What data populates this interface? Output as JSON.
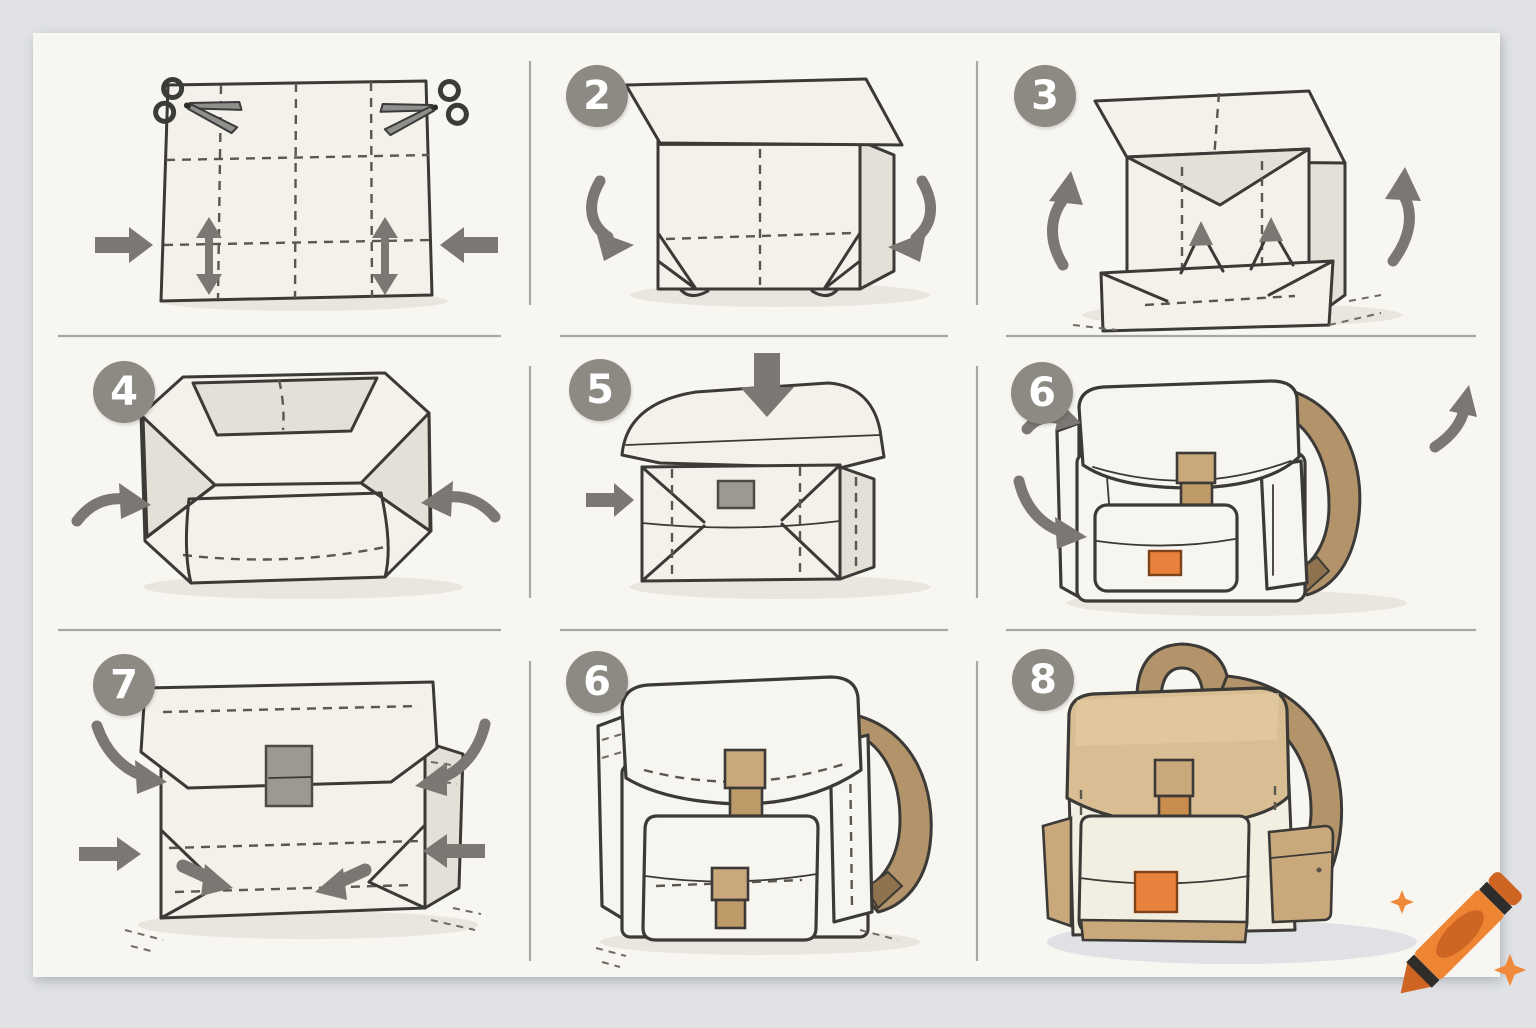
{
  "page": {
    "background_color": "#e0e2e5",
    "paper_color": "#f8f6f1",
    "divider_color": "#a7a7a4"
  },
  "badge_style": {
    "background": "#8d8a84",
    "text_color": "#ffffff"
  },
  "palette": {
    "ink": "#3c3a36",
    "paper_fill": "#f3f1ea",
    "shade": "#e3e0d7",
    "arrow_gray": "#7b7873",
    "gray_clasp": "#9c9992",
    "tan_clasp": "#c9a87c",
    "kraft": "#d9be94",
    "cream": "#f2eee2",
    "strap_brown": "#b3946a",
    "orange_clasp": "#e8813c",
    "crayon_orange": "#ee8532",
    "crayon_dark_orange": "#cf6522",
    "crayon_stripe": "#2f2d2a",
    "sparkle_orange": "#ef8a3c"
  },
  "steps": [
    {
      "name": "cut-sheet",
      "badge": "",
      "icons": [
        "scissors-icon",
        "scissors-icon",
        "arrow-right-icon",
        "arrow-left-icon",
        "double-arrow-vertical-icon",
        "double-arrow-vertical-icon"
      ]
    },
    {
      "name": "fold-box-sides",
      "badge": "2",
      "icons": [
        "curved-arrow-down-icon",
        "curved-arrow-down-icon"
      ]
    },
    {
      "name": "fold-bottom-flaps",
      "badge": "3",
      "icons": [
        "curved-arrow-up-icon",
        "curved-arrow-up-icon",
        "small-arrow-up-icon",
        "small-arrow-up-icon"
      ]
    },
    {
      "name": "open-box-folds",
      "badge": "4",
      "icons": [
        "curved-arrow-in-icon",
        "curved-arrow-in-icon"
      ]
    },
    {
      "name": "close-lid",
      "badge": "5",
      "icons": [
        "arrow-down-icon",
        "arrow-right-icon"
      ]
    },
    {
      "name": "backpack-with-straps",
      "badge": "6",
      "icons": [
        "curved-arrow-icon",
        "curved-arrow-icon",
        "curved-arrow-icon"
      ]
    },
    {
      "name": "tuck-satchel-corners",
      "badge": "7",
      "icons": [
        "curved-arrow-icon",
        "curved-arrow-icon",
        "arrow-right-icon",
        "arrow-left-icon",
        "small-arrow-icon",
        "small-arrow-icon"
      ]
    },
    {
      "name": "backpack-pockets",
      "badge": "6",
      "icons": []
    },
    {
      "name": "finished-backpack",
      "badge": "8",
      "icons": []
    }
  ],
  "logo": {
    "name": "crayon-logo",
    "icons": [
      "crayon-icon",
      "sparkle-icon",
      "sparkle-icon"
    ]
  }
}
